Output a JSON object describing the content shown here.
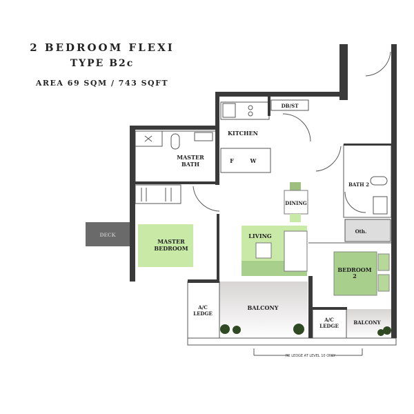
{
  "header": {
    "title": "2 BEDROOM FLEXI",
    "type": "TYPE B2c",
    "area": "AREA  69 SQM / 743 SQFT"
  },
  "rooms": {
    "deck": "DECK",
    "master_bath_1": "MASTER",
    "master_bath_2": "BATH",
    "kitchen": "KITCHEN",
    "fridge": "F",
    "washer": "W",
    "db_st": "DB/ST",
    "dining": "DINING",
    "living": "LIVING",
    "master_bedroom_1": "MASTER",
    "master_bedroom_2": "BEDROOM",
    "bath2": "BATH 2",
    "oth": "Oth.",
    "bedroom2_1": "BEDROOM",
    "bedroom2_2": "2",
    "ac_ledge_left_1": "A/C",
    "ac_ledge_left_2": "LEDGE",
    "balcony_main": "BALCONY",
    "ac_ledge_right_1": "A/C",
    "ac_ledge_right_2": "LEDGE",
    "balcony_right": "BALCONY"
  },
  "notes": {
    "rc_ledge": "RC LEDGE AT LEVEL 10 ONLY"
  },
  "colors": {
    "wall": "#3a3a3a",
    "bed_light": "#c8eaa6",
    "bed_dark": "#a8cf8c",
    "deck": "#6a6a6a"
  }
}
